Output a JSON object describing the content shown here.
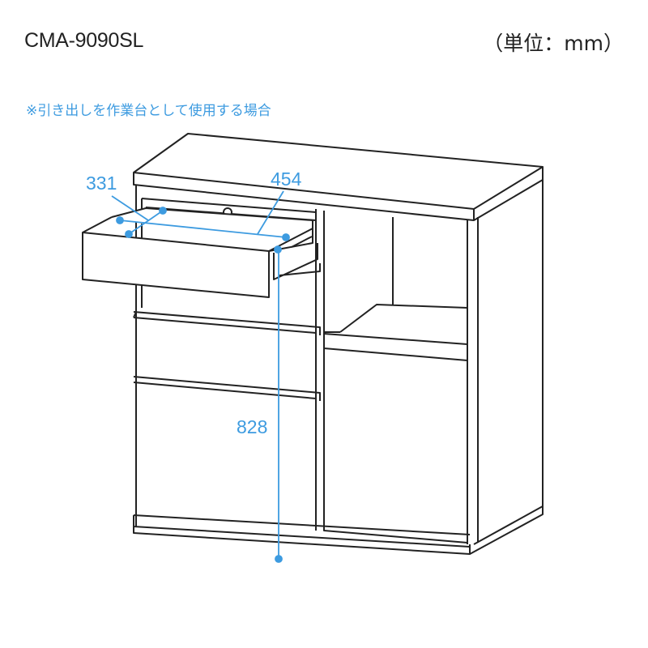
{
  "header": {
    "model": "CMA-9090SL",
    "unit_label": "（単位：mm）"
  },
  "note": "※引き出しを作業台として使用する場合",
  "dimensions": {
    "drawer_depth": "331",
    "drawer_width": "454",
    "height": "828"
  },
  "colors": {
    "accent": "#3d9be0",
    "line": "#222222"
  }
}
